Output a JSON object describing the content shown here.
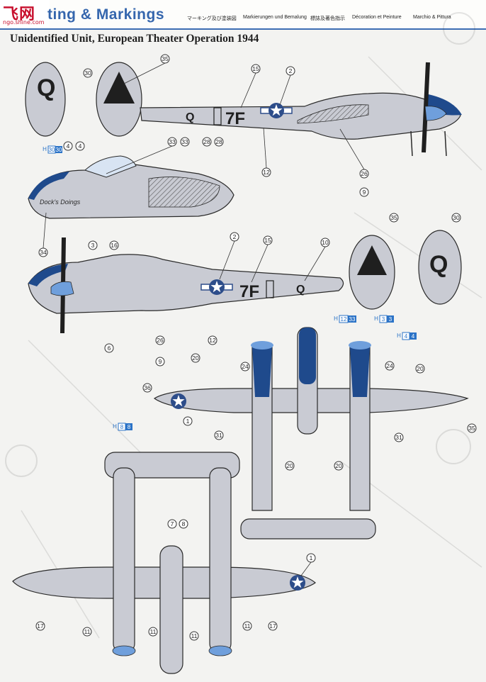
{
  "header": {
    "logo_text": "飞网",
    "logo_url": "ngo.shine.com",
    "title": "ting & Markings",
    "languages": [
      "マーキング及び塗装図",
      "Markierungen und Bemalung",
      "標誌及著色指示",
      "Décoration et Peinture",
      "Marchio & Pittura"
    ]
  },
  "subtitle": "Unidentified Unit, European Theater Operation 1944",
  "aircraft_codes": {
    "tail_letter": "Q",
    "fuselage_code": "7F",
    "small_letter": "Q"
  },
  "callouts": [
    "35",
    "30",
    "15",
    "2",
    "12",
    "26",
    "9",
    "33",
    "33",
    "28",
    "28",
    "4",
    "4",
    "34",
    "3",
    "16",
    "35",
    "30",
    "2",
    "15",
    "10",
    "6",
    "26",
    "9",
    "12",
    "20",
    "24",
    "24",
    "20",
    "36",
    "1",
    "31",
    "20",
    "20",
    "31",
    "35",
    "7",
    "8",
    "1",
    "17",
    "11",
    "11",
    "11",
    "11",
    "17"
  ],
  "paint_codes": [
    {
      "prefix": "H",
      "codes": [
        "12",
        "33",
        "H",
        "3",
        "3"
      ]
    },
    {
      "prefix": "H",
      "codes": [
        "4",
        "4"
      ]
    },
    {
      "prefix": "H",
      "codes": [
        "8",
        "8"
      ]
    },
    {
      "prefix": "H",
      "codes": [
        "30",
        "30"
      ]
    }
  ],
  "colors": {
    "title_blue": "#3566ad",
    "paint_blue": "#1f4a8c",
    "spinner_blue": "#6f9fdc",
    "aircraft_grey": "#c9cbd3",
    "outline": "#2a2a2a",
    "code_box": "#2b73c7"
  }
}
